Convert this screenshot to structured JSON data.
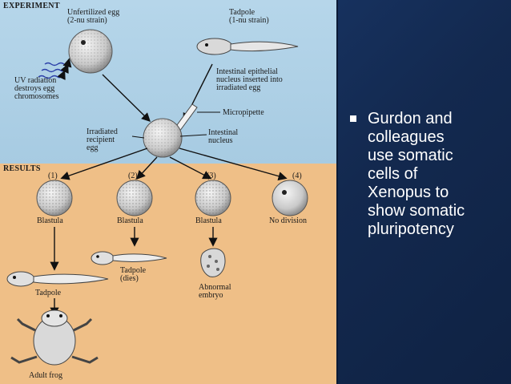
{
  "figure": {
    "experiment_header": "EXPERIMENT",
    "results_header": "RESULTS",
    "labels": {
      "unfertilized_egg": "Unfertilized egg\n(2-nu strain)",
      "tadpole_donor": "Tadpole\n(1-nu strain)",
      "uv": "UV radiation\ndestroys egg\nchromosomes",
      "nucleus_inserted": "Intestinal epithelial\nnucleus inserted into\nirradiated egg",
      "micropipette": "Micropipette",
      "irradiated_egg": "Irradiated\nrecipient\negg",
      "intestinal_nucleus": "Intestinal\nnucleus"
    },
    "outcomes": [
      {
        "num": "(1)",
        "label": "Blastula"
      },
      {
        "num": "(2)",
        "label": "Blastula"
      },
      {
        "num": "(3)",
        "label": "Blastula"
      },
      {
        "num": "(4)",
        "label": "No division"
      }
    ],
    "stage_labels": {
      "tadpole": "Tadpole",
      "tadpole_dies": "Tadpole\n(dies)",
      "abnormal": "Abnormal\nembryo",
      "adult": "Adult frog"
    }
  },
  "bullet": {
    "text": "Gurdon  and\ncolleagues\nuse somatic\ncells of\nXenopus to\nshow somatic\npluripotency"
  }
}
